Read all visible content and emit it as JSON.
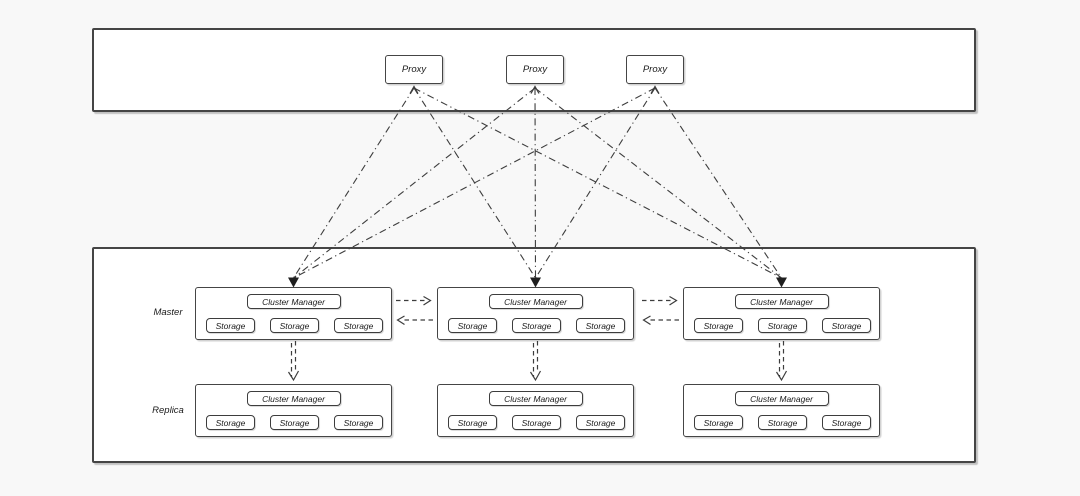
{
  "canvas": {
    "background": "#f8f8f8",
    "stroke_color": "#3d3d3d",
    "node_fill": "#ffffff",
    "text_color": "#1b1b1b"
  },
  "proxy_tier": {
    "proxies": [
      {
        "label": "Proxy"
      },
      {
        "label": "Proxy"
      },
      {
        "label": "Proxy"
      }
    ]
  },
  "cluster_tier": {
    "rows": [
      {
        "label": "Master"
      },
      {
        "label": "Replica"
      }
    ],
    "node_labels": {
      "manager": "Cluster Manager",
      "storage": "Storage"
    },
    "clusters_per_row": 3,
    "storage_per_cluster": 3
  },
  "links": {
    "proxy_to_master": "dash-dot lines from every proxy to every master cluster, filled arrowhead at master",
    "master_to_replica": "dashed downward arrow from each master cluster to its replica cluster",
    "master_to_master": "bidirectional dashed arrows between adjacent master clusters"
  }
}
